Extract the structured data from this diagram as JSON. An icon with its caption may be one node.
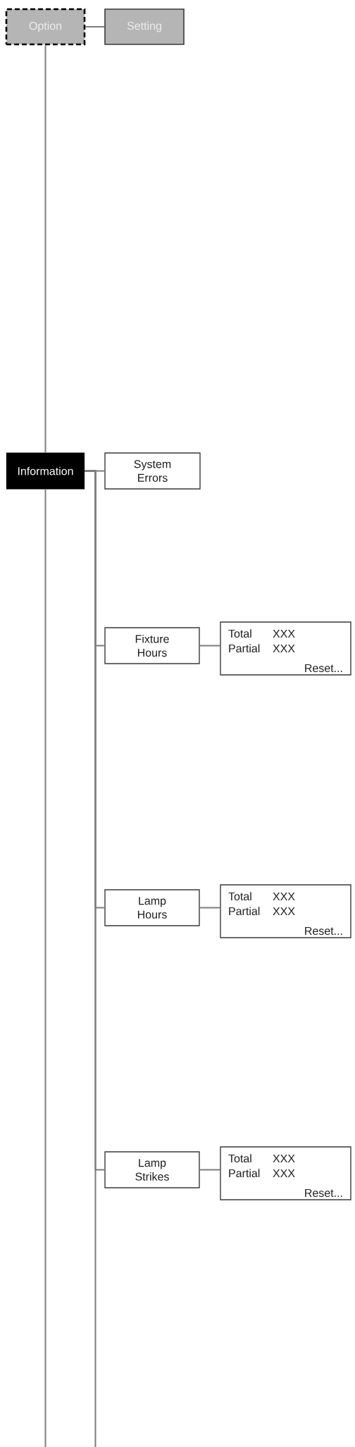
{
  "diagram": {
    "nodes": [
      {
        "text": [
          "Option"
        ]
      },
      {
        "text": [
          "Setting"
        ]
      },
      {
        "text": [
          "Information"
        ]
      },
      {
        "text": [
          "System Errors"
        ]
      },
      {
        "text": [
          "Fixture Hours"
        ]
      },
      {
        "text": [
          "Total",
          "XXX",
          "Partial",
          "XXX",
          "Reset..."
        ]
      },
      {
        "text": [
          "Lamp Hours"
        ]
      },
      {
        "text": [
          "Total",
          "XXX",
          "Partial",
          "XXX",
          "Reset..."
        ]
      },
      {
        "text": [
          "Lamp Strikes"
        ]
      },
      {
        "text": [
          "Total",
          "XXX",
          "Partial",
          "XXX",
          "Reset..."
        ]
      }
    ],
    "edges": [
      {
        "from": 0,
        "to": 1,
        "arrow": "none"
      },
      {
        "from": 0,
        "to": 2,
        "arrow": "none"
      },
      {
        "from": 2,
        "to": 3,
        "arrow": "none"
      },
      {
        "from": 2,
        "to": 4,
        "arrow": "none"
      },
      {
        "from": 4,
        "to": 5,
        "arrow": "none"
      },
      {
        "from": 2,
        "to": 6,
        "arrow": "none"
      },
      {
        "from": 6,
        "to": 7,
        "arrow": "none"
      },
      {
        "from": 2,
        "to": 8,
        "arrow": "none"
      },
      {
        "from": 8,
        "to": 9,
        "arrow": "none"
      },
      {
        "from": 2,
        "to": null,
        "arrow": "none"
      },
      {
        "from": 2,
        "to": null,
        "arrow": "none"
      }
    ]
  }
}
